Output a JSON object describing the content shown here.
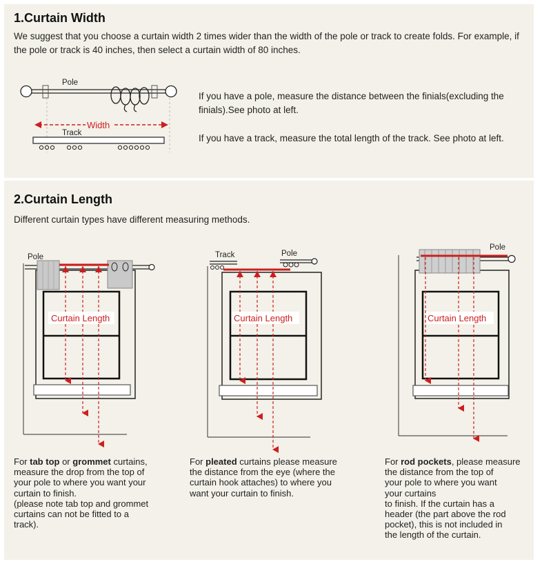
{
  "section1": {
    "title": "1.Curtain Width",
    "intro": "We suggest that you choose a curtain width 2 times wider than the width of the pole or track to create folds. For example, if the pole or track is 40 inches, then select a curtain width of 80 inches.",
    "diagram": {
      "pole_label": "Pole",
      "width_label": "Width",
      "track_label": "Track"
    },
    "pole_instruction": "If you have a pole, measure the distance between the finials(excluding the finials).See photo at left.",
    "track_instruction": "If you have a track, measure the total length of the track. See photo at left."
  },
  "section2": {
    "title": "2.Curtain Length",
    "intro": "Different curtain types have different measuring methods.",
    "diagrams": {
      "tab": {
        "pole_label": "Pole",
        "length_label": "Curtain Length"
      },
      "pleated": {
        "track_label": "Track",
        "pole_label": "Pole",
        "length_label": "Curtain Length"
      },
      "rod": {
        "pole_label": "Pole",
        "length_label": "Curtain Length"
      }
    },
    "notes": {
      "tab": {
        "pre": "For ",
        "b1": "tab top",
        "mid": " or ",
        "b2": "grommet",
        "post": " curtains,\nmeasure the drop from the top of\nyour pole to where you want your\ncurtain to finish.\n(please note tab top and grommet\ncurtains can not be fitted to a\ntrack)."
      },
      "pleated": {
        "pre": "For ",
        "b1": "pleated",
        "post": " curtains please measure\nthe distance from the eye (where the\ncurtain hook attaches) to where you\nwant your curtain to finish."
      },
      "rod": {
        "pre": "For ",
        "b1": "rod pockets",
        "post": ", please measure\nthe distance from the top of\nyour pole to where you want\nyour curtains\nto finish. If the curtain has a\nheader (the part above the rod\npocket), this is not included in\nthe length of the curtain."
      }
    }
  },
  "colors": {
    "panel_bg": "#f3f1e9",
    "accent_red": "#cc1f1f",
    "line": "#222222"
  }
}
